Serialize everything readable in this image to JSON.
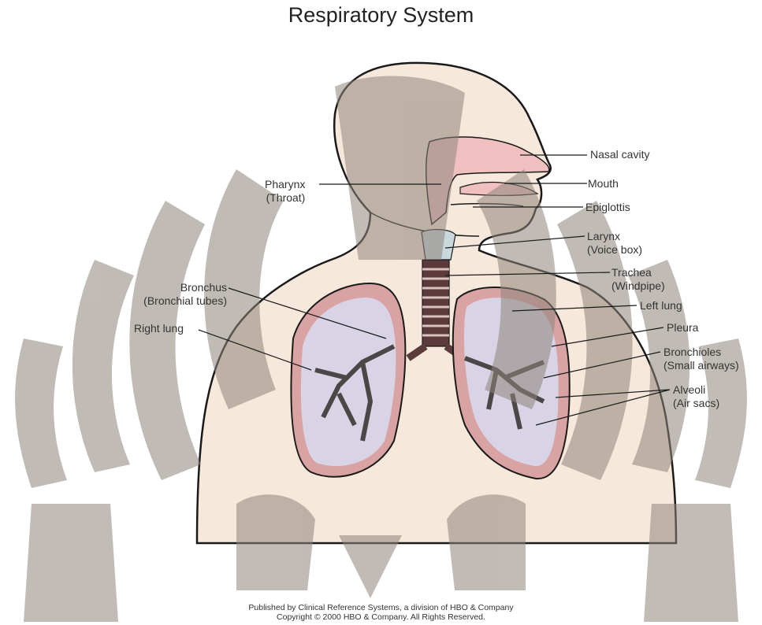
{
  "title": "Respiratory System",
  "labels": {
    "nasal_cavity": "Nasal cavity",
    "mouth": "Mouth",
    "epiglottis": "Epiglottis",
    "larynx": "Larynx",
    "larynx_sub": "(Voice box)",
    "trachea": "Trachea",
    "trachea_sub": "(Windpipe)",
    "left_lung": "Left lung",
    "pleura": "Pleura",
    "bronchioles": "Bronchioles",
    "bronchioles_sub": "(Small airways)",
    "alveoli": "Alveoli",
    "alveoli_sub": "(Air sacs)",
    "pharynx": "Pharynx",
    "pharynx_sub": "(Throat)",
    "bronchus": "Bronchus",
    "bronchus_sub": "(Bronchial tubes)",
    "right_lung": "Right lung"
  },
  "credit": {
    "line1": "Published by Clinical Reference Systems, a division of HBO & Company",
    "line2": "Copyright © 2000 HBO & Company. All Rights Reserved."
  },
  "colors": {
    "skin": "#f6e8da",
    "watermark": "#8f857c",
    "lung_fill": "#d8d4e6",
    "pleura": "#d9a3a3",
    "airway": "#f0c0c0",
    "outline": "#1a1a1a"
  }
}
